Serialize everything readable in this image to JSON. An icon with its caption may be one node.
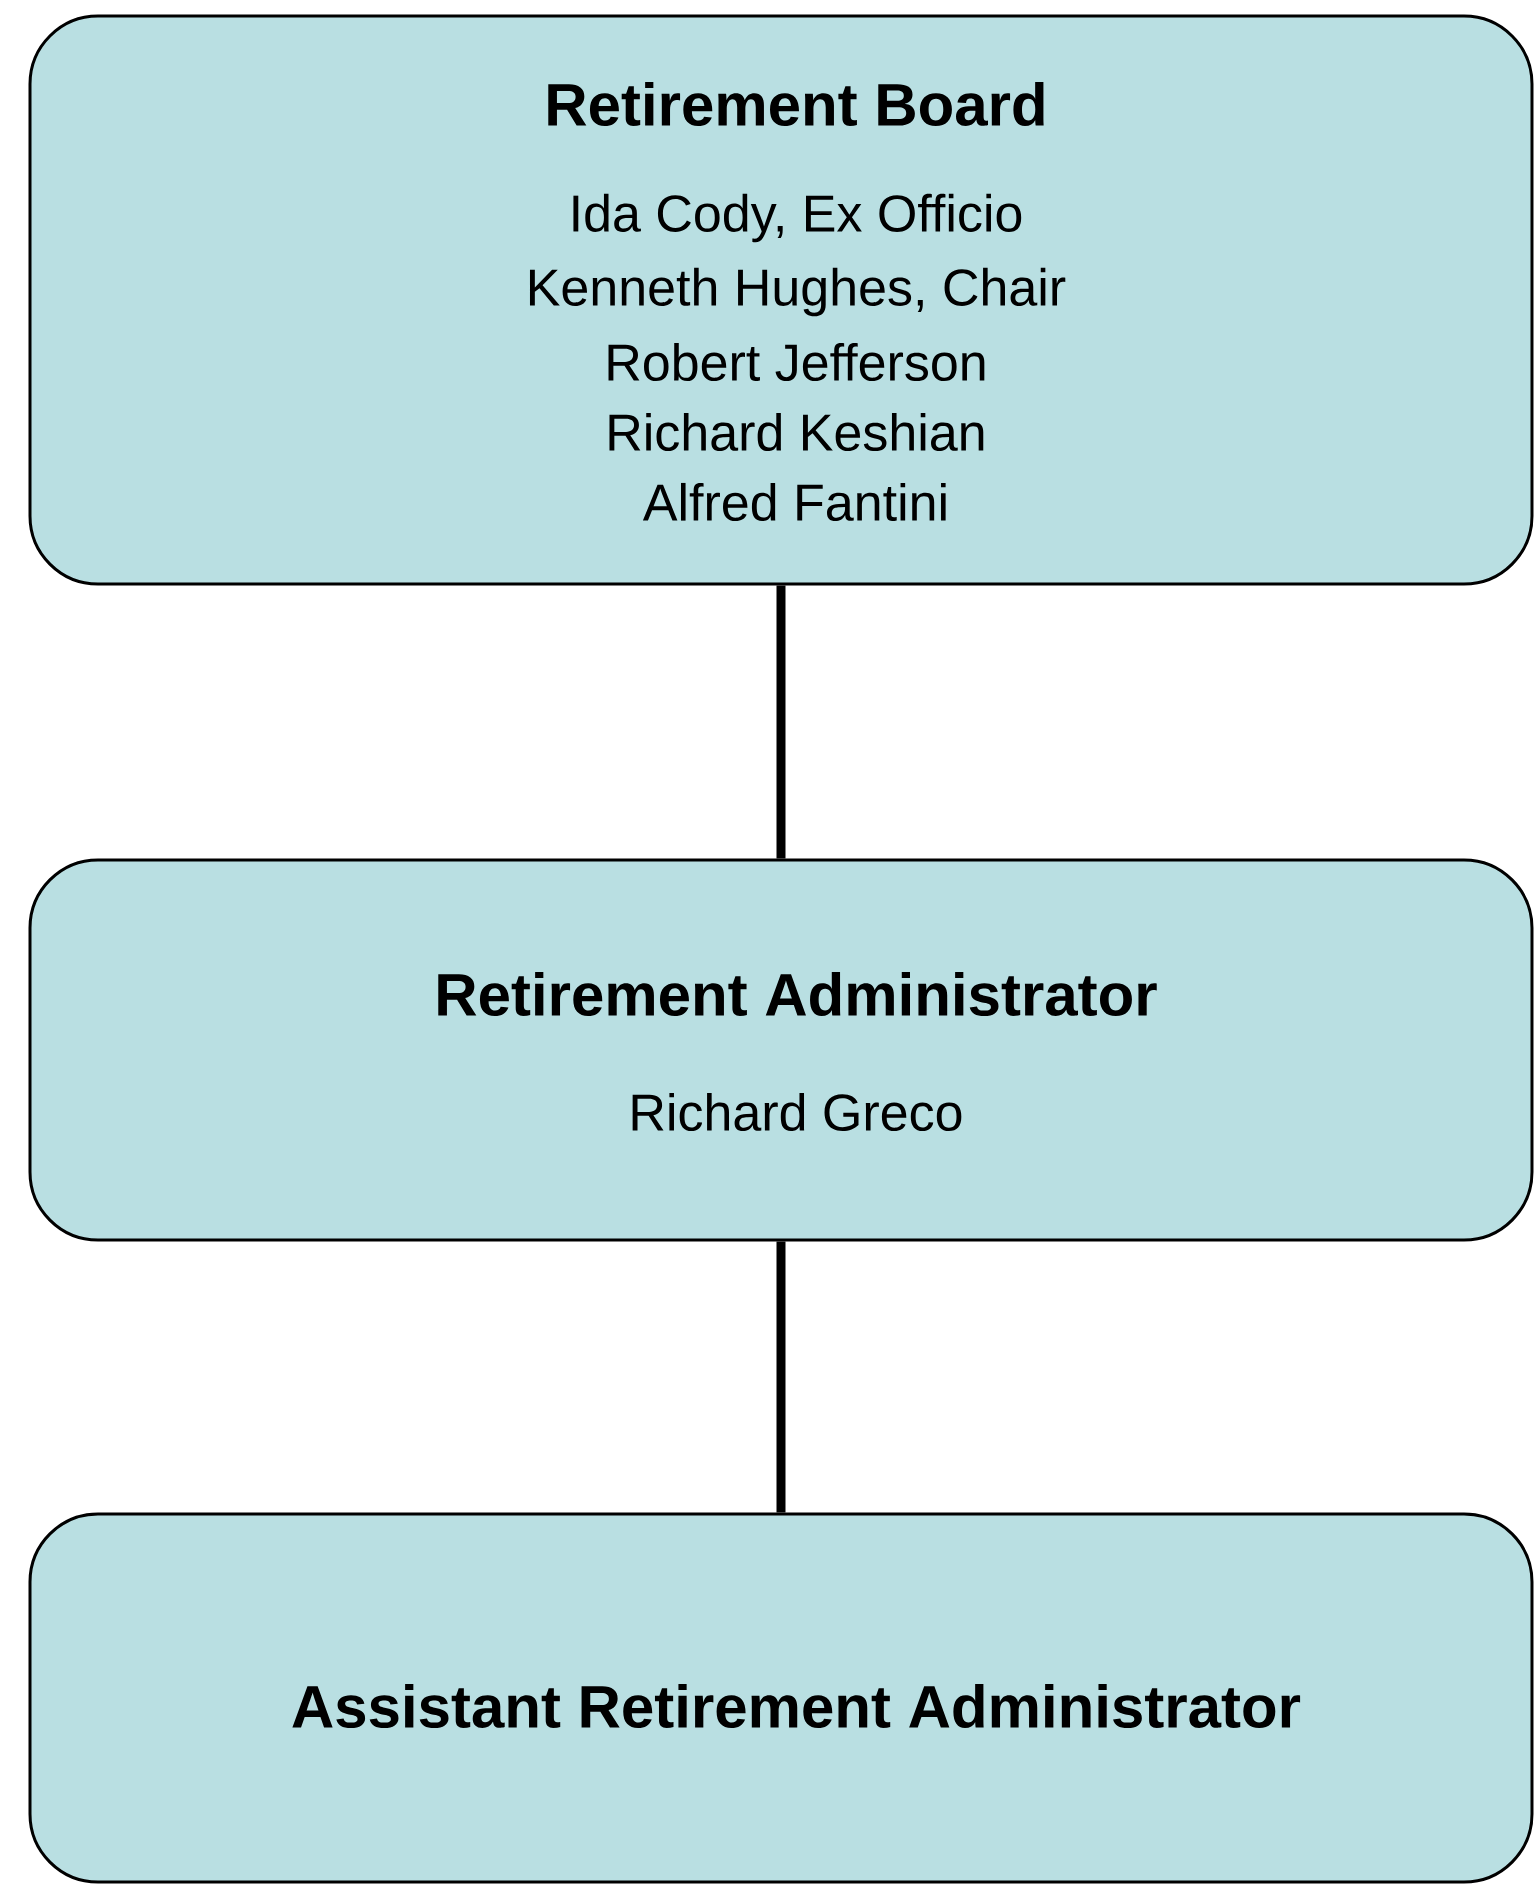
{
  "diagram": {
    "nodes": [
      {
        "text": [
          "Retirement Board",
          "Ida Cody, Ex Officio",
          "Kenneth Hughes, Chair",
          "Robert Jefferson",
          "Richard Keshian",
          "Alfred Fantini"
        ]
      },
      {
        "text": [
          "Retirement Administrator",
          "Richard Greco"
        ]
      },
      {
        "text": [
          "Assistant Retirement Administrator"
        ]
      }
    ],
    "edges": [
      {
        "from": 0,
        "to": 1,
        "arrow": "none"
      },
      {
        "from": 1,
        "to": 2,
        "arrow": "none"
      }
    ]
  }
}
